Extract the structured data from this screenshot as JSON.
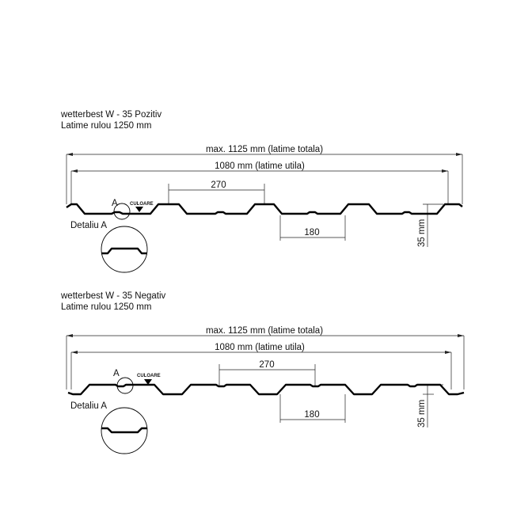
{
  "profiles": [
    {
      "id": "pozitiv",
      "title_line1": "wetterbest  W - 35 Pozitiv",
      "title_line2": "Latime rulou 1250 mm",
      "total_width_label": "max. 1125 mm (latime totala)",
      "useful_width_label": "1080 mm (latime utila)",
      "pitch_label": "270",
      "bottom_width_label": "180",
      "height_label": "35 mm",
      "marker_label": "A",
      "color_label": "CULOARE",
      "detail_label": "Detaliu  A"
    },
    {
      "id": "negativ",
      "title_line1": "wetterbest  W - 35 Negativ",
      "title_line2": "Latime rulou 1250 mm",
      "total_width_label": "max. 1125 mm (latime totala)",
      "useful_width_label": "1080 mm (latime utila)",
      "pitch_label": "270",
      "bottom_width_label": "180",
      "height_label": "35 mm",
      "marker_label": "A",
      "color_label": "CULOARE",
      "detail_label": "Detaliu  A"
    }
  ]
}
